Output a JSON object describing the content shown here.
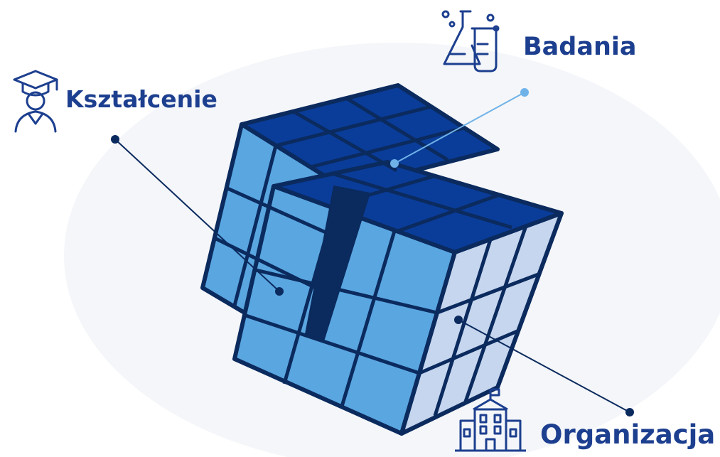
{
  "labels": {
    "education": "Kształcenie",
    "research": "Badania",
    "organization": "Organizacja"
  },
  "icons": {
    "education": "graduate-icon",
    "research": "lab-flasks-icon",
    "organization": "building-icon"
  },
  "colors": {
    "dark_blue": "#0a3d99",
    "medium_blue": "#5aa6e0",
    "light_blue": "#c5d6ee",
    "outline": "#0b2a5e",
    "label_text": "#1d3f8f",
    "connector_light": "#6fb2e8"
  }
}
